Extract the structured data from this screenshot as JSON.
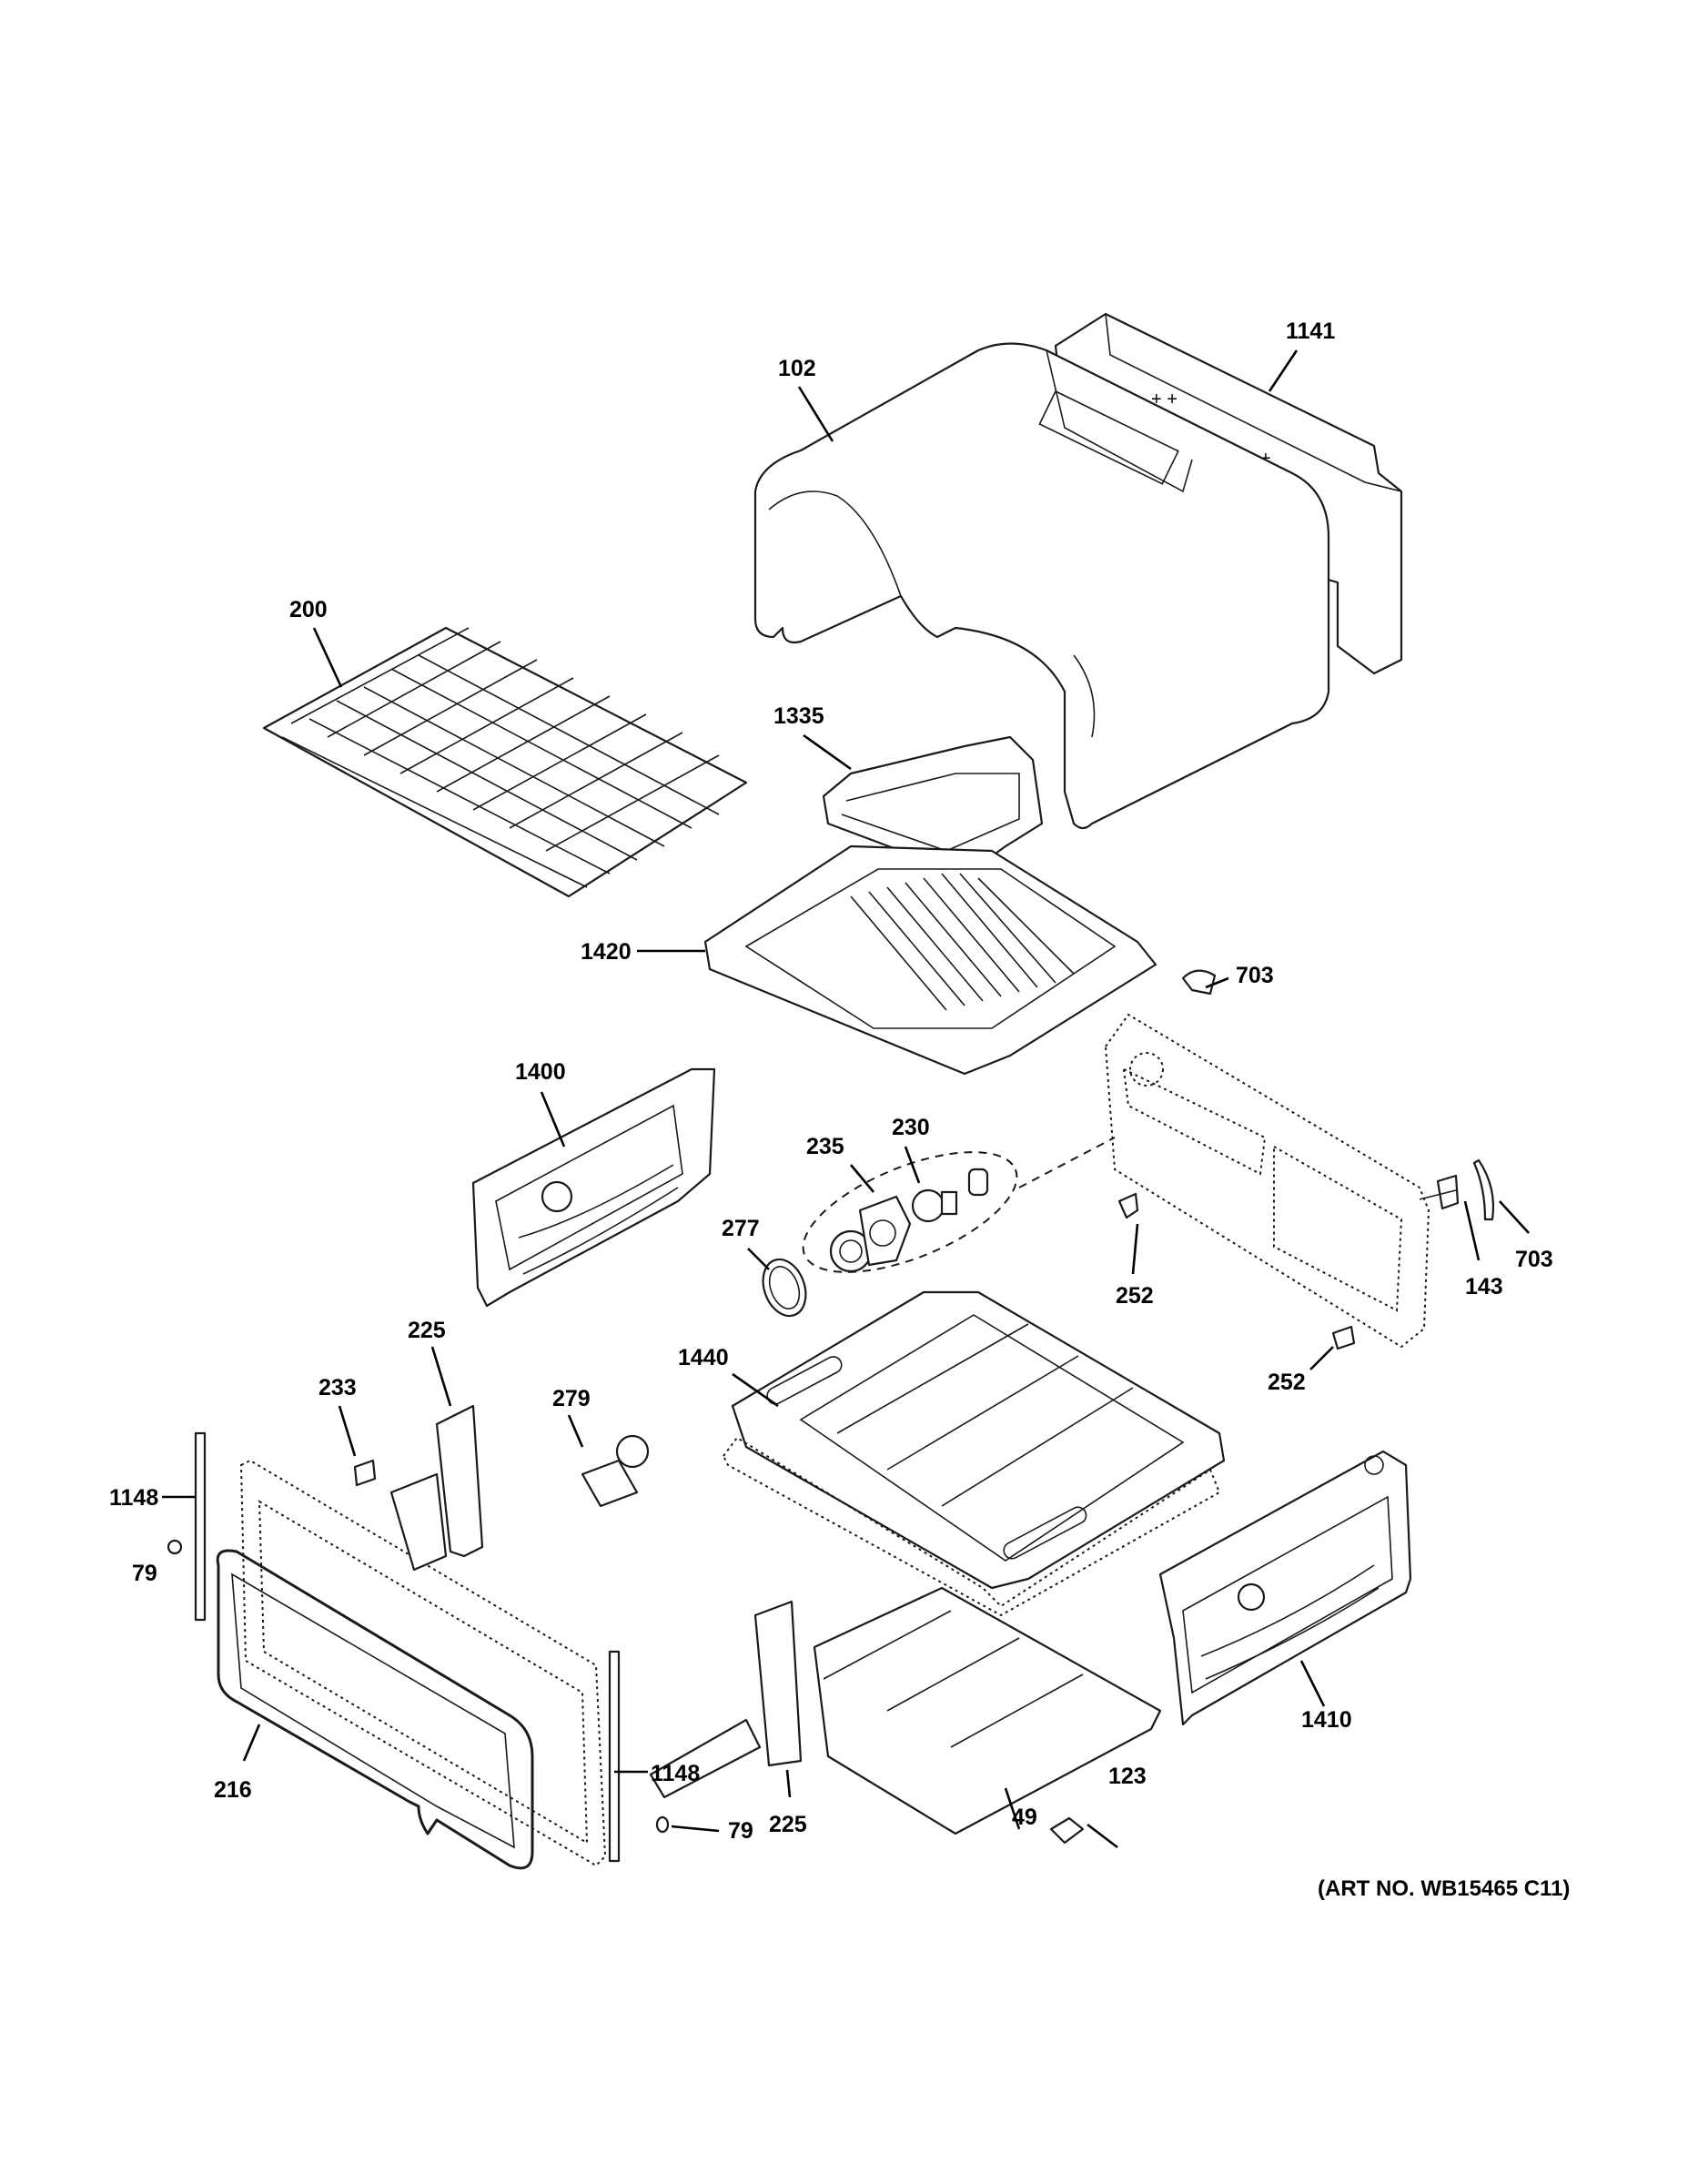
{
  "callouts": {
    "c1141": "1141",
    "c102": "102",
    "c200": "200",
    "c1335": "1335",
    "c1420": "1420",
    "c703a": "703",
    "c1400": "1400",
    "c230": "230",
    "c235": "235",
    "c277": "277",
    "c252a": "252",
    "c143": "143",
    "c703b": "703",
    "c1440": "1440",
    "c252b": "252",
    "c225a": "225",
    "c233": "233",
    "c279": "279",
    "c1148a": "1148",
    "c79a": "79",
    "c1148b": "1148",
    "c216": "216",
    "c225b": "225",
    "c79b": "79",
    "c49": "49",
    "c123": "123",
    "c1410": "1410"
  },
  "art_number": "(ART NO. WB15465 C11)"
}
